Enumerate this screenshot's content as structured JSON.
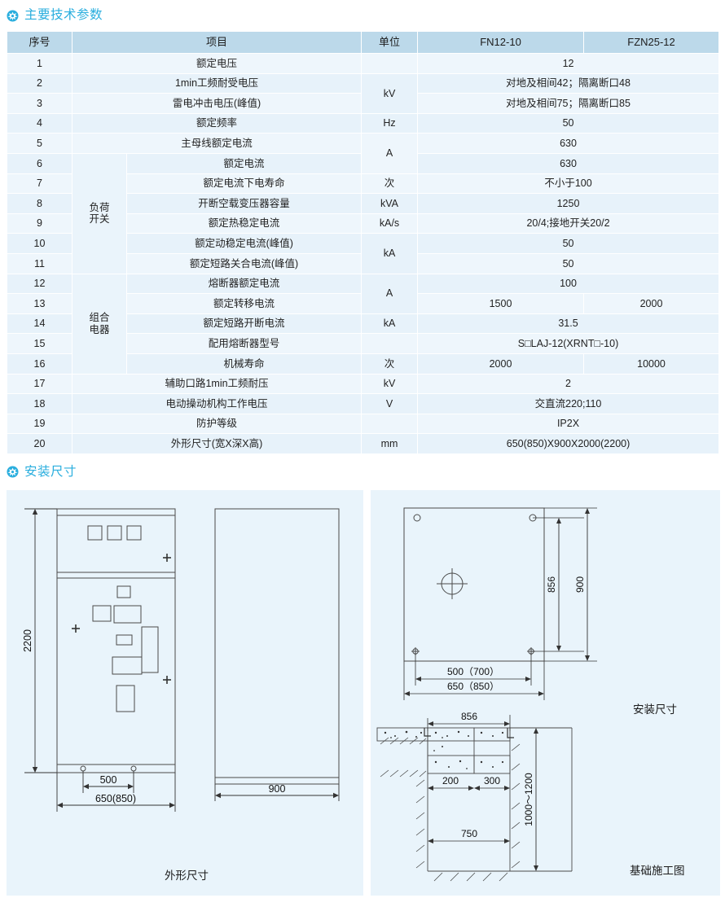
{
  "sections": {
    "specs": {
      "icon": "flower-bullet-icon",
      "title": "主要技术参数"
    },
    "dims": {
      "icon": "flower-bullet-icon",
      "title": "安装尺寸"
    }
  },
  "accent_color": "#2aaede",
  "table_header_color": "#bcd9ea",
  "table_row_color": "#eef6fc",
  "panel_bg_color": "#e9f4fb",
  "spec_table": {
    "headers": [
      "序号",
      "项目",
      "单位",
      "FN12-10",
      "FZN25-12"
    ],
    "groups": [
      {
        "label": "负荷\n开关",
        "label_line1": "负荷",
        "label_line2": "开关"
      },
      {
        "label": "组合\n电器",
        "label_line1": "组合",
        "label_line2": "电器"
      }
    ],
    "rows": [
      {
        "no": "1",
        "item": "额定电压",
        "unit": "",
        "value": "12"
      },
      {
        "no": "2",
        "item": "1min工频耐受电压",
        "unit": "kV",
        "value": "对地及相间42；隔离断口48"
      },
      {
        "no": "3",
        "item": "雷电冲击电压(峰值)",
        "unit": "",
        "value": "对地及相间75；隔离断口85"
      },
      {
        "no": "4",
        "item": "额定频率",
        "unit": "Hz",
        "value": "50"
      },
      {
        "no": "5",
        "item": "主母线额定电流",
        "unit": "A",
        "value": "630"
      },
      {
        "no": "6",
        "item": "额定电流",
        "unit": "",
        "value": "630"
      },
      {
        "no": "7",
        "item": "额定电流下电寿命",
        "unit": "次",
        "value": "不小于100"
      },
      {
        "no": "8",
        "item": "开断空载变压器容量",
        "unit": "kVA",
        "value": "1250"
      },
      {
        "no": "9",
        "item": "额定热稳定电流",
        "unit": "kA/s",
        "value": "20/4;接地开关20/2"
      },
      {
        "no": "10",
        "item": "额定动稳定电流(峰值)",
        "unit": "kA",
        "value": "50"
      },
      {
        "no": "11",
        "item": "额定短路关合电流(峰值)",
        "unit": "",
        "value": "50"
      },
      {
        "no": "12",
        "item": "熔断器额定电流",
        "unit": "A",
        "value": "100"
      },
      {
        "no": "13",
        "item": "额定转移电流",
        "unit": "",
        "value_fn": "1500",
        "value_fzn": "2000",
        "split": true
      },
      {
        "no": "14",
        "item": "额定短路开断电流",
        "unit": "kA",
        "value": "31.5"
      },
      {
        "no": "15",
        "item": "配用熔断器型号",
        "unit": "",
        "value": "S□LAJ-12(XRNT□-10)"
      },
      {
        "no": "16",
        "item": "机械寿命",
        "unit": "次",
        "value_fn": "2000",
        "value_fzn": "10000",
        "split": true
      },
      {
        "no": "17",
        "item": "辅助口路1min工频耐压",
        "unit": "kV",
        "value": "2"
      },
      {
        "no": "18",
        "item": "电动操动机构工作电压",
        "unit": "V",
        "value": "交直流220;110"
      },
      {
        "no": "19",
        "item": "防护等级",
        "unit": "",
        "value": "IP2X"
      },
      {
        "no": "20",
        "item": "外形尺寸(宽X深X高)",
        "unit": "mm",
        "value": "650(850)X900X2000(2200)"
      }
    ]
  },
  "drawings": {
    "front_view": {
      "caption": "外形尺寸",
      "height_label": "2200",
      "hole_spacing_label": "500",
      "width_label": "650(850)",
      "depth_label": "900"
    },
    "plan_view": {
      "caption": "安装尺寸",
      "inner_height_label": "856",
      "outer_height_label": "900",
      "inner_width_label": "500（700）",
      "outer_width_label": "650（850）"
    },
    "foundation_view": {
      "caption": "基础施工图",
      "top_width_label": "856",
      "depth_label": "1000～1200",
      "inner_width_label": "750",
      "left_dim_label": "200",
      "right_dim_label": "300"
    }
  }
}
